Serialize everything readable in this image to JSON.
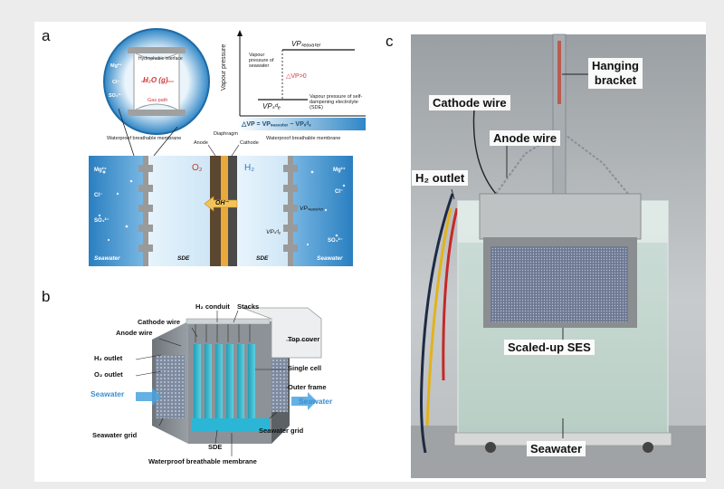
{
  "figure": {
    "panel_a": {
      "letter": "a",
      "inset": {
        "top": "Hydrophobic interface",
        "gas": "H₂O (g)",
        "bottom": "Gas path",
        "ions": [
          "Mg²⁺",
          "Cl⁻",
          "SO₄²⁻"
        ]
      },
      "graph": {
        "ylabel": "Vapour pressure",
        "vp_sea": "VPₛₑₐᵥₐₜₑᵣ",
        "vp_sea_note": "Vapour pressure of seawater",
        "delta": "△VP>0",
        "vp_sde": "VPₛᵈₑ",
        "vp_sde_note": "Vapour pressure of self-dampening electrolyte (SDE)",
        "equation": "△VP = VPₛₑₐᵥₐₜₑᵣ − VPₛᵈₑ"
      },
      "labels": {
        "membrane_left": "Waterproof breathable membrane",
        "diaphragm": "Diaphragm",
        "membrane_right": "Waterproof breathable membrane",
        "anode": "Anode",
        "cathode": "Cathode",
        "o2": "O₂",
        "h2": "H₂",
        "oh": "OH⁻",
        "vp_seawater": "VPₛₑₐᵥₐₜₑᵣ",
        "vp_sde": "VPₛᵈₑ",
        "seawater_left": "Seawater",
        "seawater_right": "Seawater",
        "sde_left": "SDE",
        "sde_right": "SDE",
        "ions_left": [
          "Mg²⁺",
          "Cl⁻",
          "SO₄²⁻"
        ],
        "ions_right": [
          "Mg²⁺",
          "Cl⁻",
          "SO₄²⁻"
        ]
      }
    },
    "panel_b": {
      "letter": "b",
      "labels": {
        "h2_conduit": "H₂ conduit",
        "stacks": "Stacks",
        "cathode_wire": "Cathode wire",
        "anode_wire": "Anode wire",
        "h2_outlet": "H₂ outlet",
        "o2_outlet": "O₂ outlet",
        "seawater_left": "Seawater",
        "top_cover": "Top cover",
        "single_cell": "Single cell",
        "outer_frame": "Outer frame",
        "seawater_right": "Seawater",
        "seawater_grid_left": "Seawater grid",
        "sde": "SDE",
        "seawater_grid_right": "Seawater grid",
        "membrane": "Waterproof breathable membrane"
      }
    },
    "panel_c": {
      "letter": "c",
      "labels": {
        "hanging_bracket": "Hanging\nbracket",
        "cathode_wire": "Cathode wire",
        "anode_wire": "Anode wire",
        "h2_outlet": "H₂ outlet",
        "scaled_up": "Scaled-up SES",
        "seawater": "Seawater"
      }
    }
  }
}
